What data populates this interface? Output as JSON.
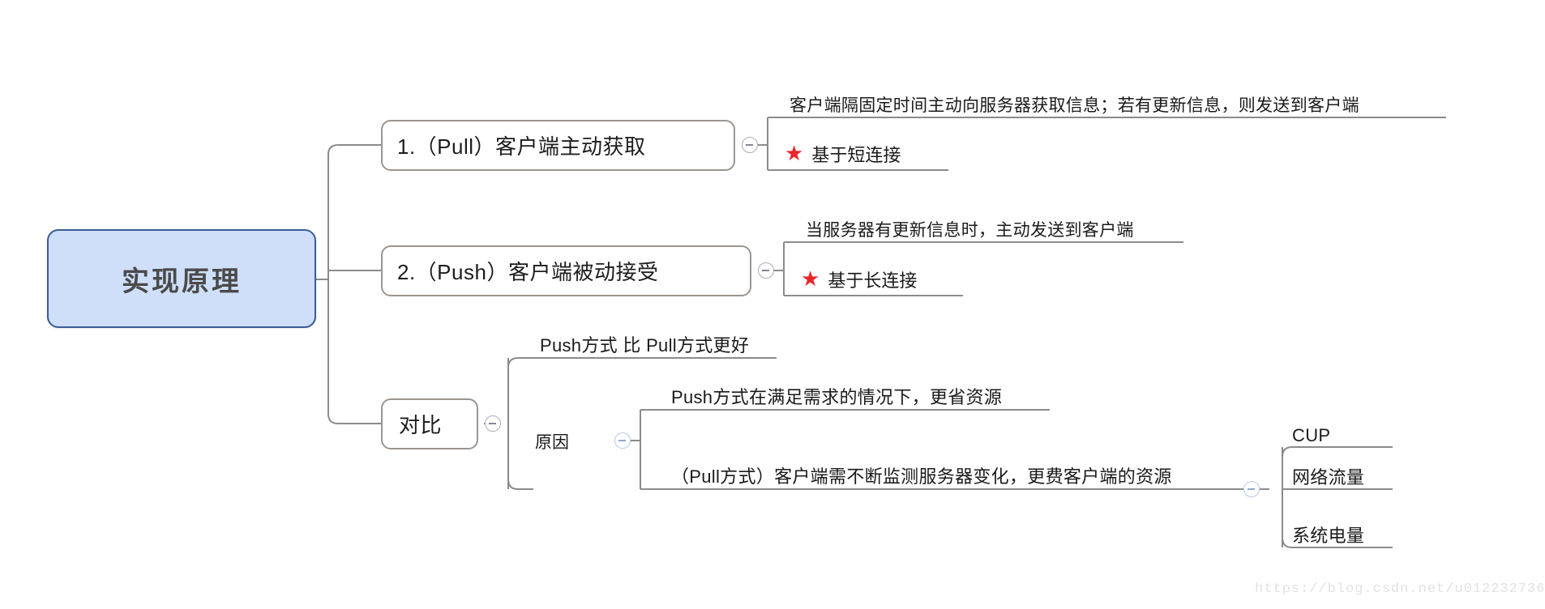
{
  "mindmap": {
    "root": {
      "label": "实现原理"
    },
    "branches": [
      {
        "id": "pull",
        "label": "1.（Pull）客户端主动获取",
        "toggle_icon": "minus-circle-icon",
        "note": "客户端隔固定时间主动向服务器获取信息；若有更新信息，则发送到客户端",
        "child": {
          "star_icon": "red-star-icon",
          "label": "基于短连接"
        }
      },
      {
        "id": "push",
        "label": "2.（Push）客户端被动接受",
        "toggle_icon": "minus-circle-icon",
        "note": "当服务器有更新信息时，主动发送到客户端",
        "child": {
          "star_icon": "red-star-icon",
          "label": "基于长连接"
        }
      },
      {
        "id": "compare",
        "label": "对比",
        "toggle_icon": "minus-circle-icon",
        "conclusion": "Push方式 比 Pull方式更好",
        "reason": {
          "label": "原因",
          "toggle_icon": "minus-circle-icon",
          "items": [
            {
              "label": "Push方式在满足需求的情况下，更省资源"
            },
            {
              "label": "（Pull方式）客户端需不断监测服务器变化，更费客户端的资源",
              "toggle_icon": "minus-circle-icon",
              "resources": [
                "CUP",
                "网络流量",
                "系统电量"
              ]
            }
          ]
        }
      }
    ]
  },
  "watermark": "https://blog.csdn.net/u012232736",
  "colors": {
    "root_fill": "#cfdffa",
    "root_border": "#3c5b96",
    "node_border": "#9b958e",
    "wire": "#8b8b8b",
    "star": "#e8262c",
    "watermark": "#e2e2e2"
  }
}
